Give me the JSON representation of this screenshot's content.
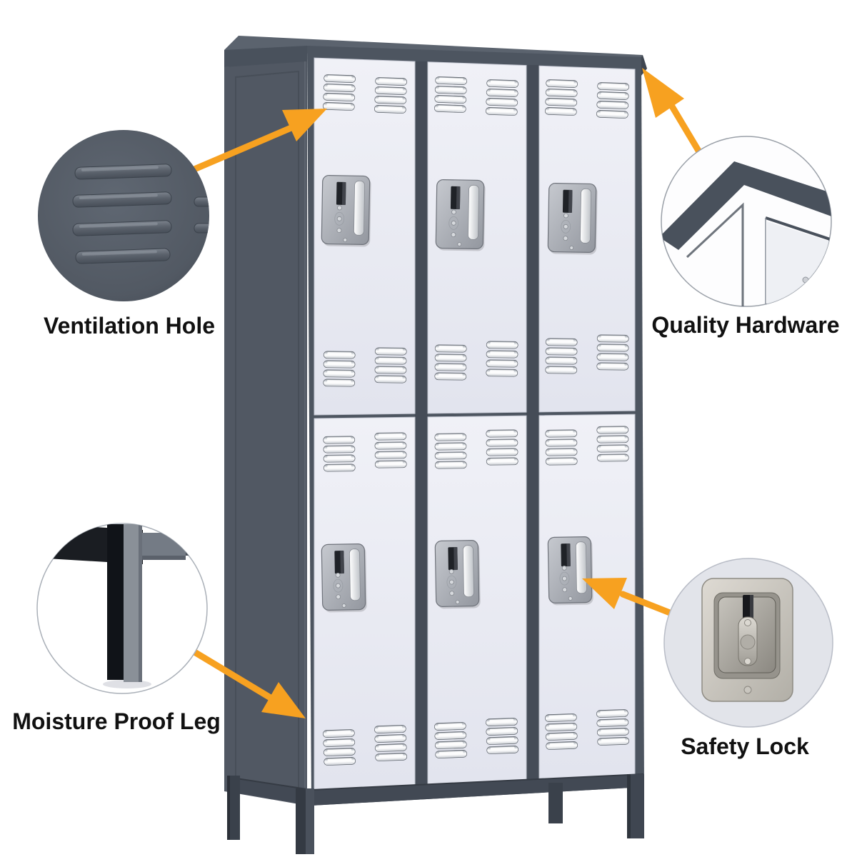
{
  "figure": {
    "kind": "product-feature-callout-diagram",
    "subject": "metal storage locker",
    "door_columns": 3,
    "door_rows": 2,
    "door_count": 6,
    "callout_count": 4
  },
  "callouts": {
    "ventilation": {
      "label": "Ventilation Hole",
      "icon": "ventilation-louvers-icon",
      "position": "top-left"
    },
    "hardware": {
      "label": "Quality Hardware",
      "icon": "cabinet-corner-icon",
      "position": "top-right"
    },
    "leg": {
      "label": "Moisture Proof Leg",
      "icon": "locker-leg-icon",
      "position": "bottom-left"
    },
    "lock": {
      "label": "Safety Lock",
      "icon": "t-handle-lock-icon",
      "position": "bottom-right"
    }
  },
  "colors": {
    "accent": "#F7A120",
    "frame_dark_gray": "#4D5560",
    "door_light": "#E9EAF2",
    "label_text": "#111111",
    "background": "#FFFFFF",
    "leg_black": "#16181D",
    "metal_silver": "#D8D5CE"
  }
}
